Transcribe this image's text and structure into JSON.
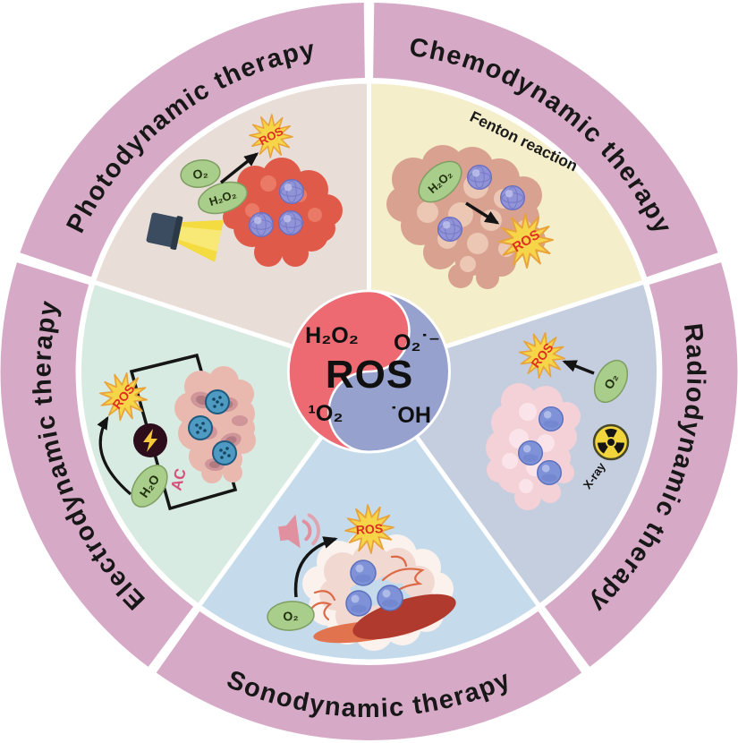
{
  "figure": {
    "ring": {
      "color": "#d6a9c6",
      "labels": {
        "photodynamic": "Photodynamic therapy",
        "chemodynamic": "Chemodynamic therapy",
        "radiodynamic": "Radiodynamic therapy",
        "sonodynamic": "Sonodynamic therapy",
        "electrodynamic": "Electrodynamic therapy"
      }
    },
    "center": {
      "main": "ROS",
      "top_left": "H₂O₂",
      "top_right": "O₂˙⁻",
      "bottom_left": "¹O₂",
      "bottom_right": "˙OH",
      "red_color": "#ed6a72",
      "blue_color": "#96a1ce"
    },
    "sectors": {
      "photodynamic": {
        "color": "#e8ded7",
        "o2_label": "O₂",
        "h2o2_label": "H₂O₂",
        "ros_label": "ROS"
      },
      "chemodynamic": {
        "color": "#f4eeca",
        "annotation": "Fenton reaction",
        "h2o2_label": "H₂O₂",
        "ros_label": "ROS"
      },
      "radiodynamic": {
        "color": "#c4cedf",
        "o2_label": "O₂",
        "xray_label": "X-ray",
        "ros_label": "ROS"
      },
      "sonodynamic": {
        "color": "#c5dbeb",
        "o2_label": "O₂",
        "ros_label": "ROS"
      },
      "electrodynamic": {
        "color": "#d8ebe2",
        "h2o_label": "H₂O",
        "ac_label": "AC",
        "ros_label": "ROS"
      }
    },
    "accents": {
      "starburst_yellow": "#f7d549",
      "ros_text_red": "#e02f20",
      "molecule_green": "#a9cd8b"
    }
  }
}
